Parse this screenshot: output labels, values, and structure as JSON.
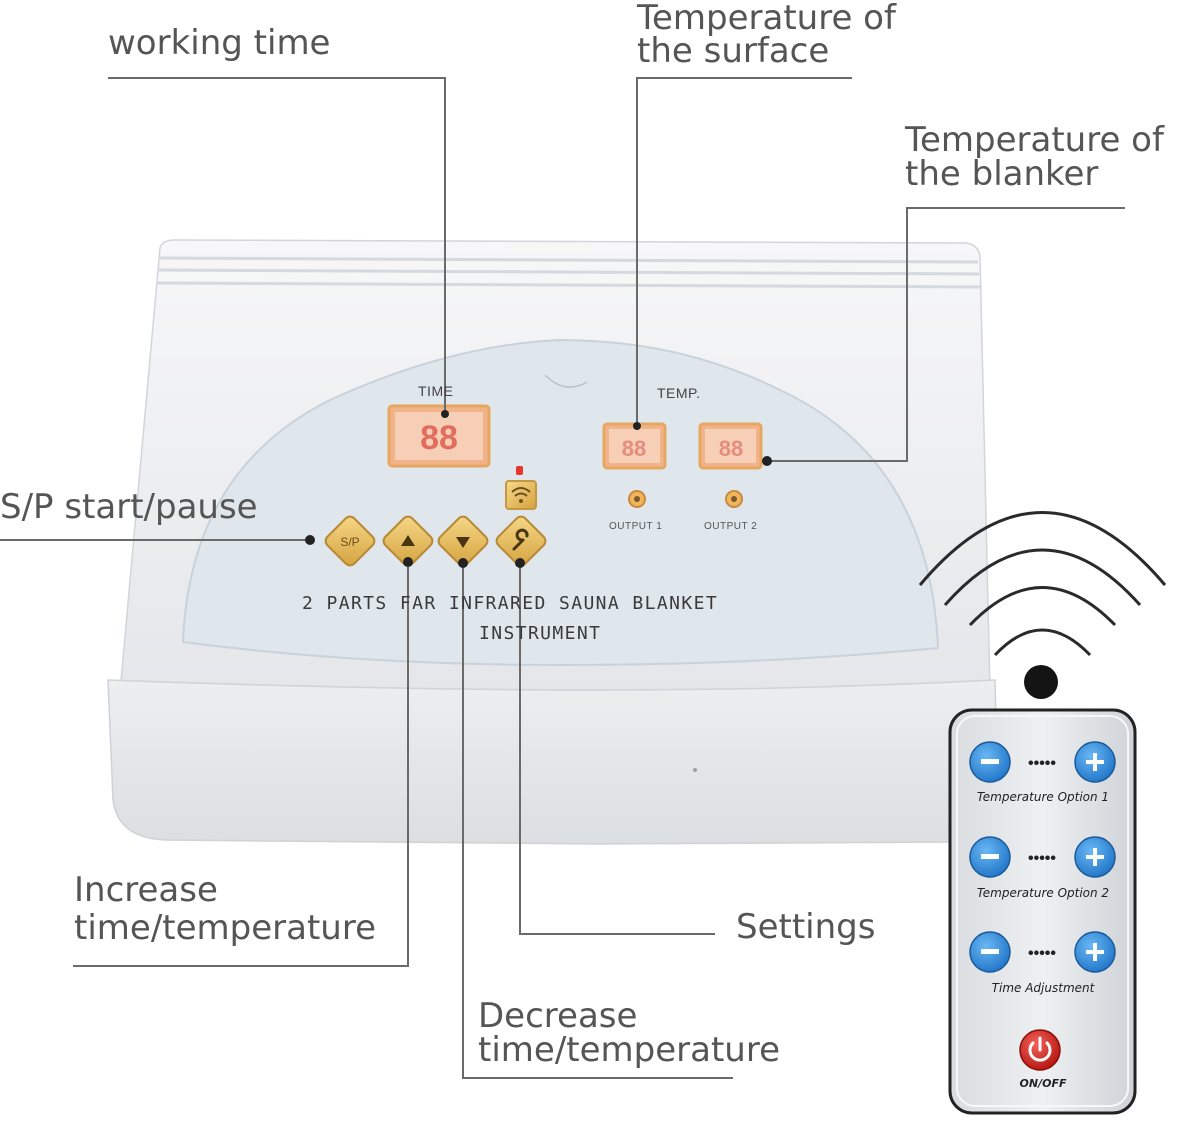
{
  "callouts": {
    "working_time": "working time",
    "temp_surface_1": "Temperature of",
    "temp_surface_2": "the surface",
    "temp_blanket_1": "Temperature of",
    "temp_blanket_2": "the blanker",
    "start_pause": "S/P start/pause",
    "increase_1": "Increase",
    "increase_2": "time/temperature",
    "decrease_1": "Decrease",
    "decrease_2": "time/temperature",
    "settings": "Settings"
  },
  "device": {
    "time_label": "TIME",
    "temp_label": "TEMP.",
    "output1_label": "OUTPUT 1",
    "output2_label": "OUTPUT 2",
    "product_line1": "2 PARTS FAR INFRARED SAUNA BLANKET",
    "product_line2": "INSTRUMENT",
    "sp_button": "S/P"
  },
  "remote": {
    "row1_label": "Temperature Option 1",
    "row2_label": "Temperature Option 2",
    "row3_label": "Time Adjustment",
    "power_label": "ON/OFF"
  },
  "colors": {
    "panel": "#dde4ea",
    "body": "#eff1f3",
    "gold_button": "#e6ba58",
    "remote_blue": "#2f8ee0",
    "remote_power": "#d7231c",
    "display": "#f39a89",
    "leader": "#666666"
  }
}
